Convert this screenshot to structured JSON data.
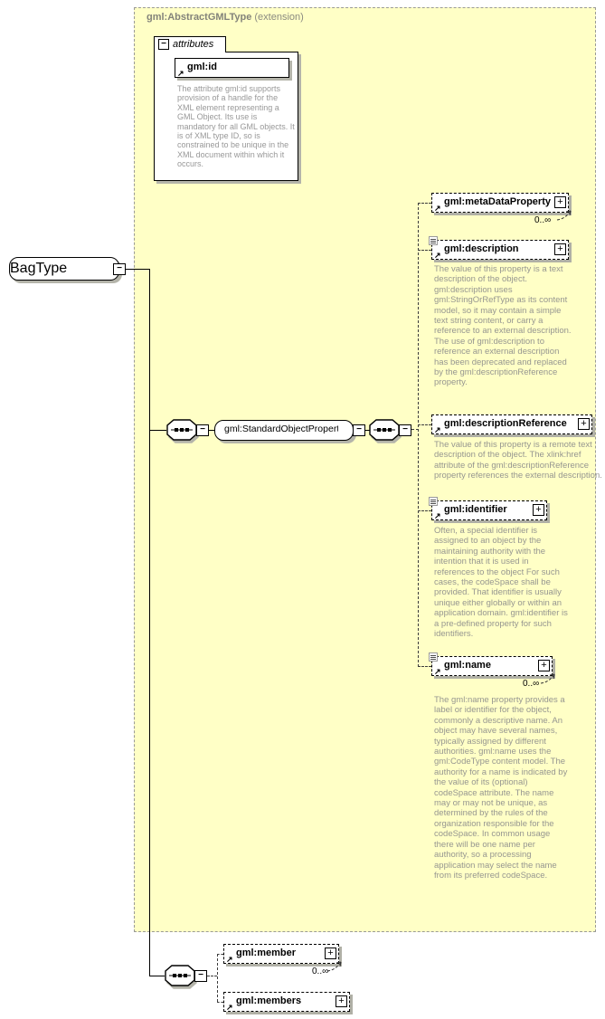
{
  "header": {
    "type_name": "gml:AbstractGMLType",
    "suffix": " (extension)"
  },
  "attributes_group": {
    "label": "attributes",
    "attribute": {
      "name": "gml:id",
      "annotation": "The attribute gml:id supports provision of a handle for the XML element representing a GML Object. Its use is mandatory for all GML objects. It is of XML type ID, so is constrained to be unique in the XML document within which it occurs."
    }
  },
  "root_element": {
    "name": "BagType"
  },
  "group_reference": {
    "name": "gml:StandardObjectProperties"
  },
  "inherited_elements": [
    {
      "name": "gml:metaDataProperty",
      "occurs": "0..∞"
    },
    {
      "name": "gml:description",
      "annotation": "The value of this property is a text description of the object. gml:description uses gml:StringOrRefType as its content model, so it may contain a simple text string content, or carry a reference to an external description. The use of gml:description to reference an external description has been deprecated and replaced by the gml:descriptionReference property."
    },
    {
      "name": "gml:descriptionReference",
      "annotation": "The value of this property is a remote text description of the object. The xlink:href attribute of the gml:descriptionReference property references the external description."
    },
    {
      "name": "gml:identifier",
      "annotation": "Often, a special identifier is assigned to an object by the maintaining authority with the intention that it is used in references to the object For such cases, the codeSpace shall be provided. That identifier is usually unique either globally or within an application domain. gml:identifier is a pre-defined property for such identifiers."
    },
    {
      "name": "gml:name",
      "occurs": "0..∞",
      "annotation": "The gml:name property provides a label or identifier for the object, commonly a descriptive name. An object may have several names, typically assigned by different authorities. gml:name uses the gml:CodeType content model.  The authority for a name is indicated by the value of its (optional) codeSpace attribute.  The name may or may not be unique, as determined by the rules of the organization responsible for the codeSpace.  In common usage there will be one name per authority, so a processing application may select the name from its preferred codeSpace."
    }
  ],
  "own_elements": [
    {
      "name": "gml:member",
      "occurs": "0..∞"
    },
    {
      "name": "gml:members"
    }
  ],
  "icons": {
    "collapse": "−",
    "expand": "+",
    "reference": "↗"
  },
  "colors": {
    "extension_bg": "#ffffc6",
    "annotation_text": "#969690",
    "shadow": "#b4b4aa",
    "header_text": "#83837a"
  }
}
